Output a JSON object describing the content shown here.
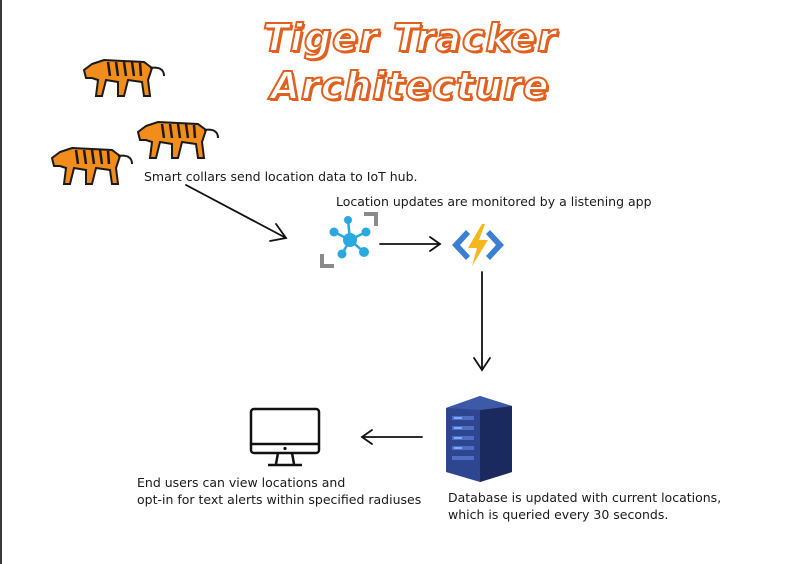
{
  "title": {
    "line1": "Tiger Tracker",
    "line2": "Architecture"
  },
  "captions": {
    "collars": "Smart collars send location data to IoT hub.",
    "monitor": "Location updates are monitored by a listening app",
    "database_line1": "Database is updated with current locations,",
    "database_line2": "which is queried every 30 seconds.",
    "users_line1": "End users can view locations and",
    "users_line2": "opt-in for text alerts within specified radiuses"
  },
  "colors": {
    "title": "#e0611f",
    "tiger_orange": "#f28c1b",
    "stripes": "#1a1a1a",
    "iot_blue": "#2aa8e0",
    "function_yellow": "#f5b81c",
    "function_blue": "#3a7fd0",
    "server_navy": "#1f2f6b"
  },
  "icons": [
    "tiger-icon",
    "iot-hub-icon",
    "azure-function-icon",
    "database-server-icon",
    "monitor-icon"
  ]
}
